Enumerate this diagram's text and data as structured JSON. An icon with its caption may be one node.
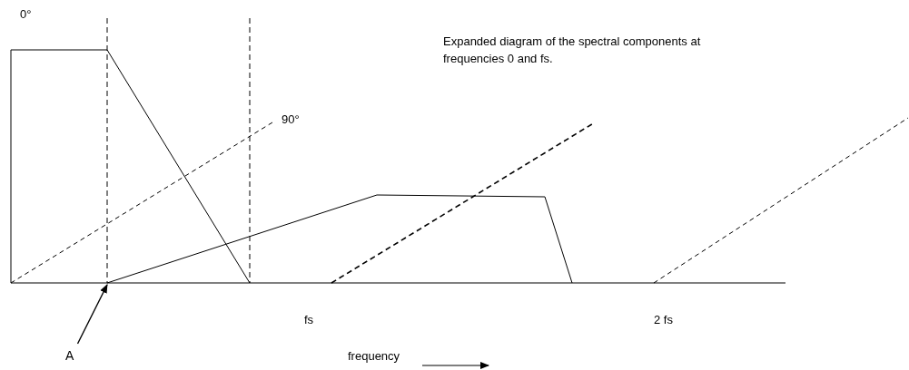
{
  "diagram": {
    "nodes": [
      {
        "text": [
          "A"
        ]
      },
      {
        "text": [],
        "shape": "line"
      }
    ],
    "edges": [
      {
        "from": 0,
        "to": 1,
        "arrow": "to"
      }
    ],
    "labels": [
      "0°",
      "Expanded diagram of the spectral components at frequencies 0 and fs.",
      "90°",
      "fs",
      "2 fs",
      "frequency"
    ]
  }
}
